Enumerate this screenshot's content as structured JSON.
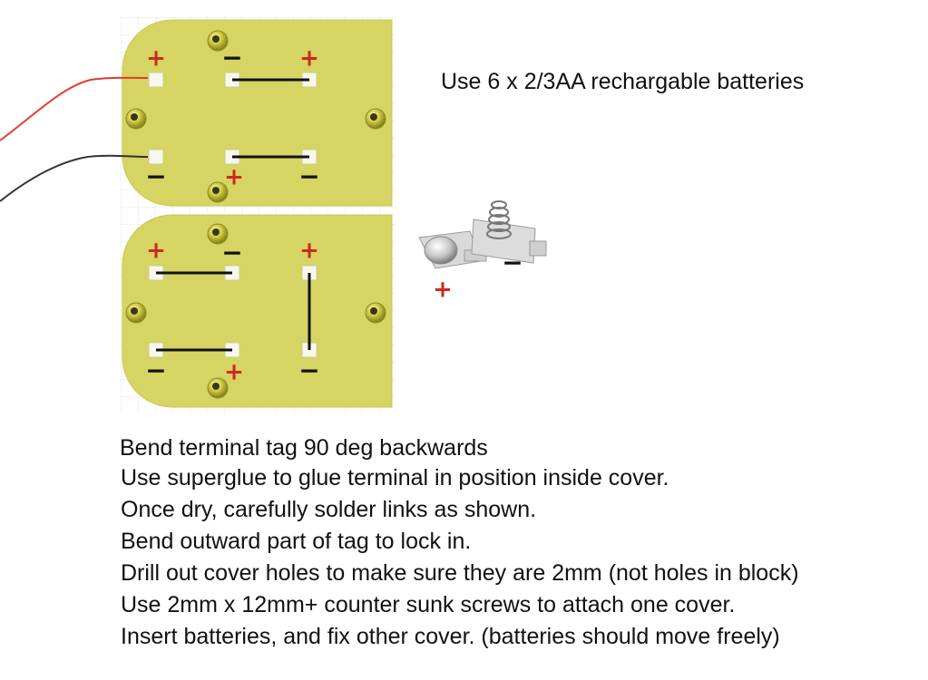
{
  "header_note": "Use 6 x 2/3AA rechargable batteries",
  "polarity": {
    "plus": "+",
    "minus": "−"
  },
  "colors": {
    "board": "#d6d463",
    "board_edge": "#c9c755",
    "grid": "#e7e7e7",
    "plus": "#cc2a1e",
    "minus": "#111111",
    "wire_red": "#e53b2d",
    "wire_black": "#333333",
    "screw": "#c8c233"
  },
  "instructions": [
    "Bend terminal tag 90 deg backwards",
    "Use superglue to glue terminal in position inside cover.",
    "Once dry, carefully solder links as shown.",
    "Bend outward part of tag to lock in.",
    "Drill out cover holes to make sure they are 2mm (not holes in block)",
    "Use 2mm x 12mm+ counter sunk screws to attach one cover.",
    "Insert batteries, and fix other cover. (batteries should move freely)"
  ]
}
